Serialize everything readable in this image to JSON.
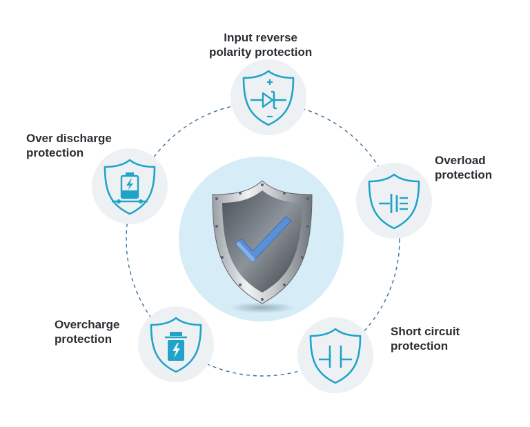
{
  "colors": {
    "accent": "#1fa3c8",
    "node_bg": "#eef1f3",
    "center_bg": "#d6ecf6",
    "ring": "#3a6f9a",
    "label": "#2a2d33",
    "check": "#5b8fd6"
  },
  "features": [
    {
      "id": "input-reverse-polarity",
      "lines": [
        "Input reverse",
        "polarity protection"
      ],
      "icon": "diode-icon"
    },
    {
      "id": "overload",
      "lines": [
        "Overload",
        "protection"
      ],
      "icon": "capacitor-icon"
    },
    {
      "id": "short-circuit",
      "lines": [
        "Short circuit",
        "protection"
      ],
      "icon": "switch-icon"
    },
    {
      "id": "overcharge",
      "lines": [
        "Overcharge",
        "protection"
      ],
      "icon": "charging-battery-icon"
    },
    {
      "id": "over-discharge",
      "lines": [
        "Over discharge",
        "protection"
      ],
      "icon": "discharge-battery-icon"
    }
  ],
  "center": {
    "icon": "shield-check-icon"
  }
}
